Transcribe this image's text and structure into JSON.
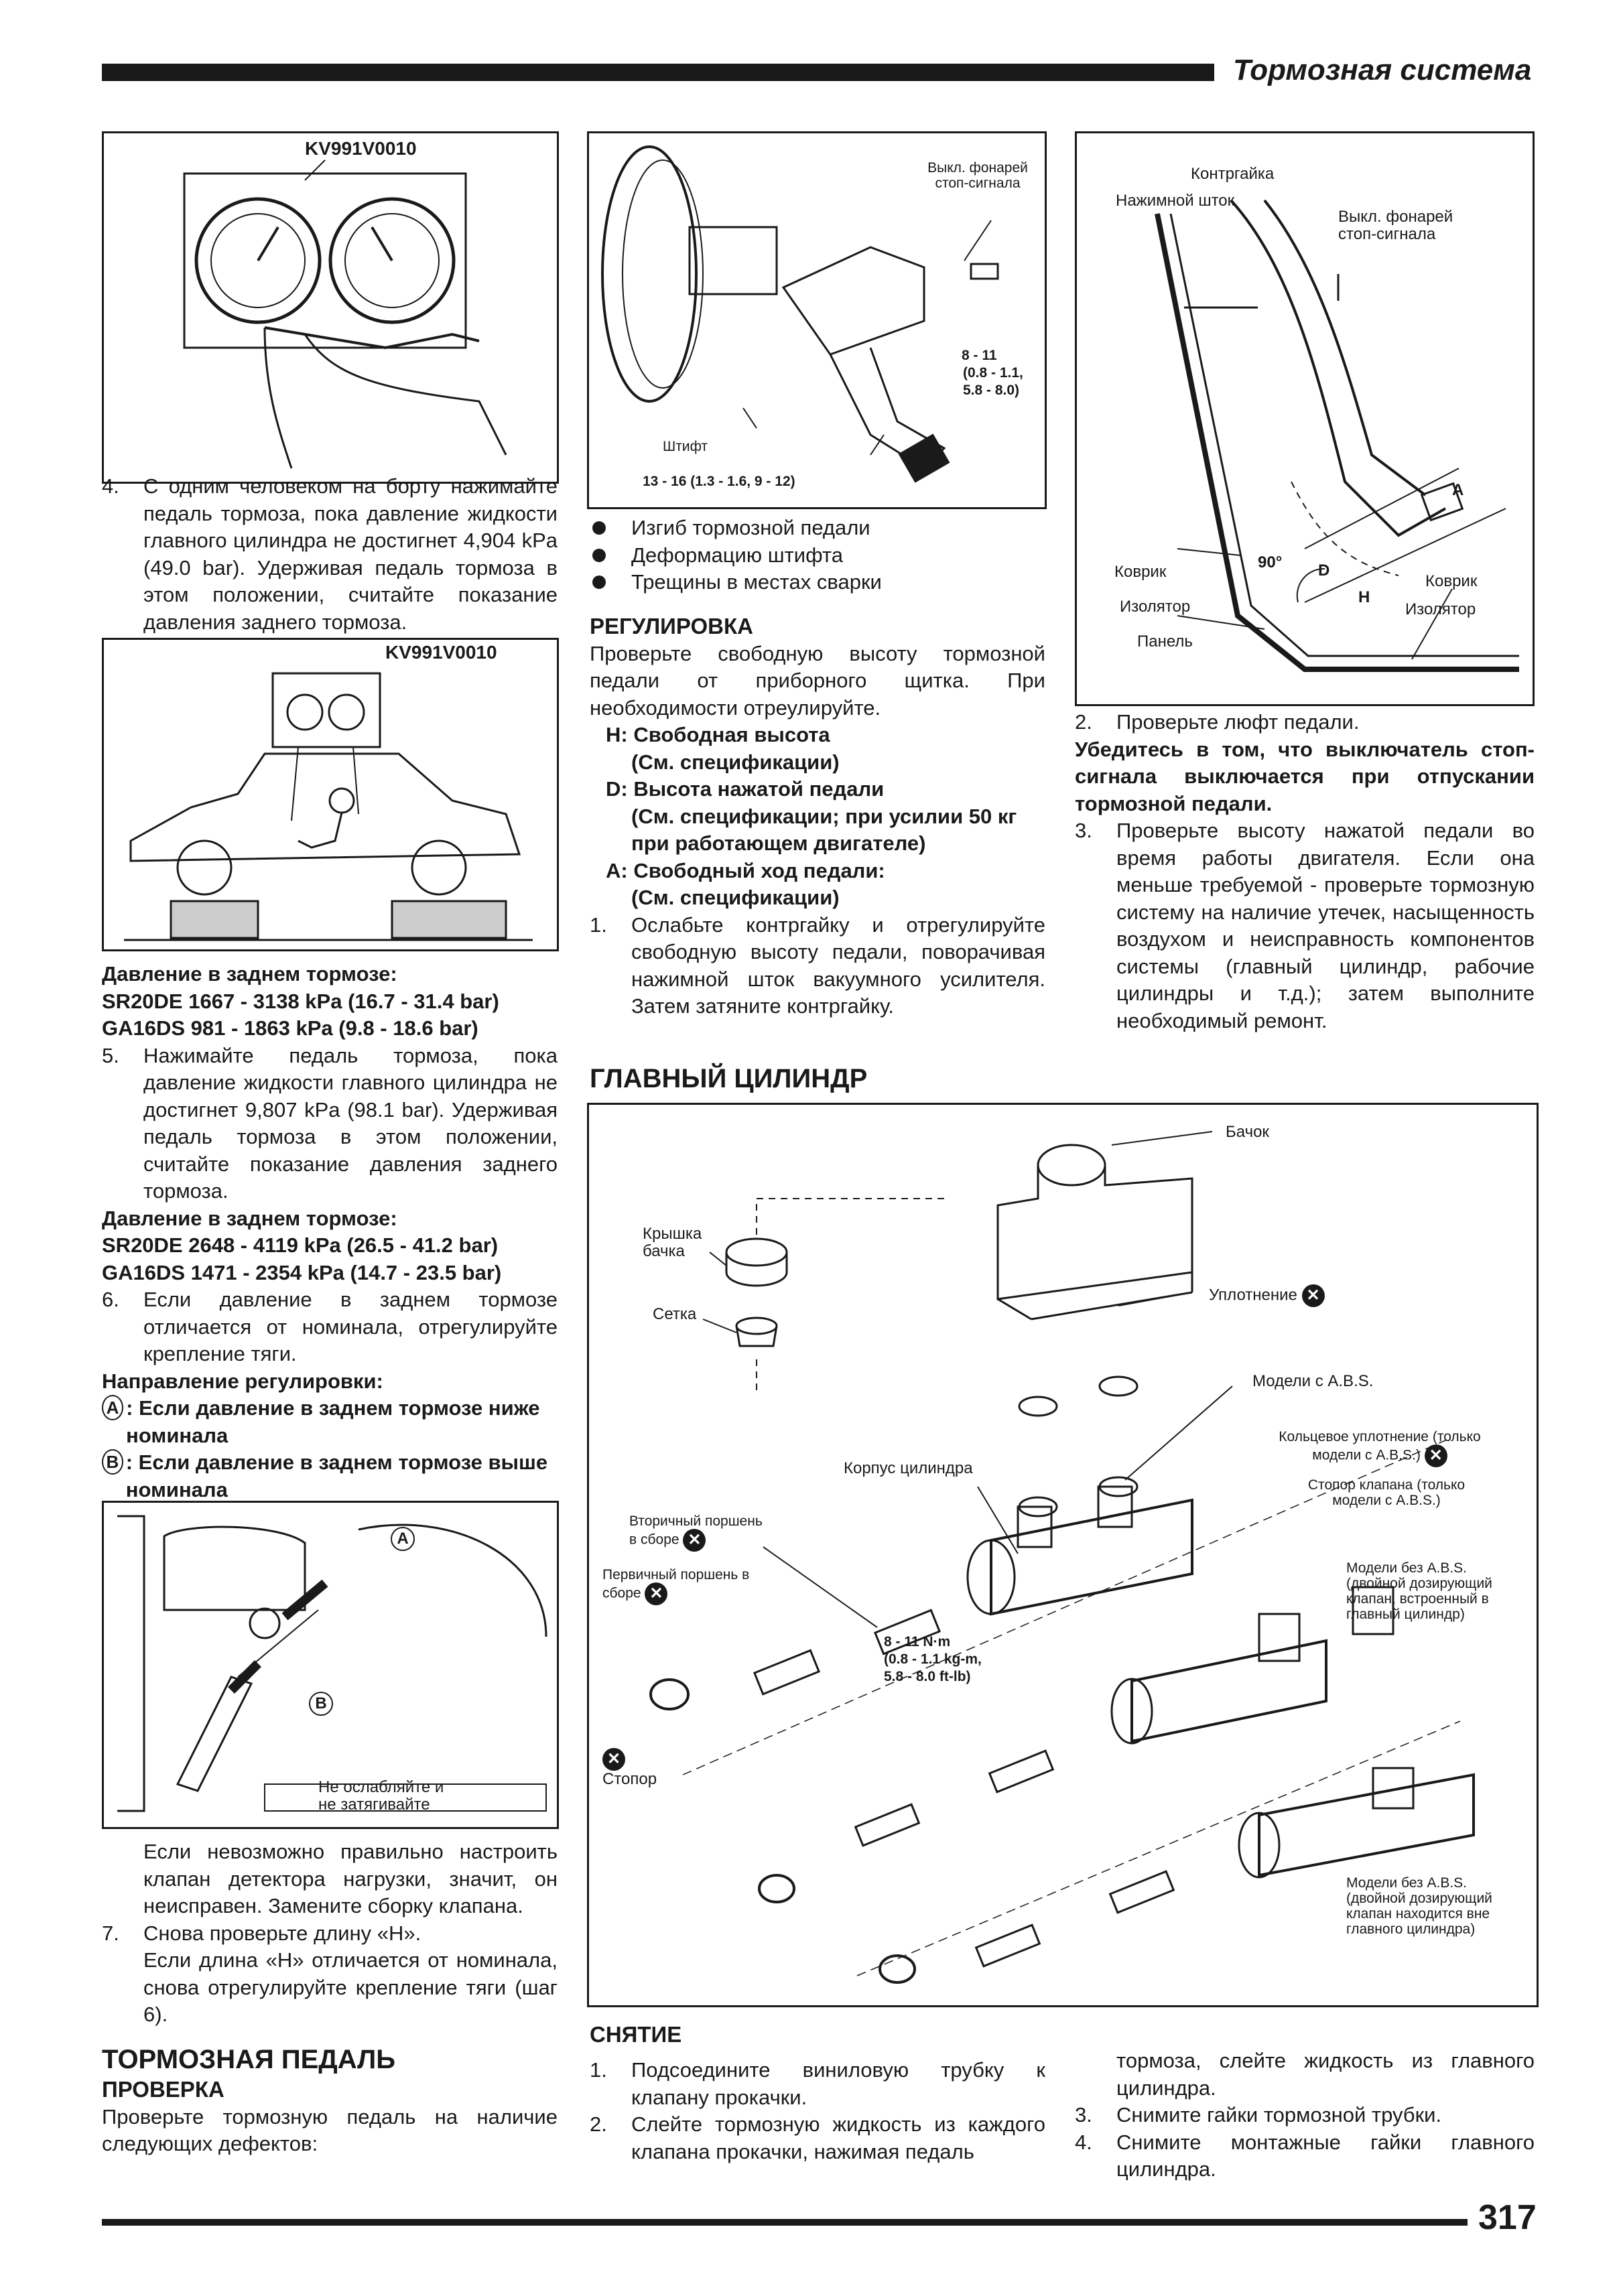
{
  "header": {
    "title": "Тормозная система"
  },
  "footer": {
    "page_number": "317"
  },
  "col1": {
    "fig1_label": "KV991V0010",
    "step4": {
      "num": "4.",
      "text": "С одним человеком на борту нажимайте педаль тормоза, пока давление жидкости главного цилиндра не достигнет 4,904 kPa (49.0 bar). Удерживая педаль тормоза в этом положении, считайте показание давления заднего тормоза."
    },
    "fig2_label": "KV991V0010",
    "rear1": {
      "title": "Давление в заднем тормозе:",
      "l1": "SR20DE 1667 - 3138 kPa (16.7 - 31.4 bar)",
      "l2": "GA16DS 981 - 1863 kPa (9.8 - 18.6 bar)"
    },
    "step5": {
      "num": "5.",
      "text": "Нажимайте педаль тормоза, пока давление жидкости главного цилиндра не достигнет 9,807 kPa (98.1 bar). Удерживая педаль тормоза в этом положении, считайте показание давления заднего тормоза."
    },
    "rear2": {
      "title": "Давление в заднем тормозе:",
      "l1": "SR20DE 2648 - 4119 kPa (26.5 - 41.2 bar)",
      "l2": "GA16DS 1471 - 2354 kPa (14.7 - 23.5 bar)"
    },
    "step6": {
      "num": "6.",
      "text": "Если давление в заднем тормозе отличается от номинала, отрегулируйте крепление тяги."
    },
    "dir": {
      "title": "Направление регулировки:",
      "a_mark": "A",
      "a_text": ": Если давление в заднем тормозе ниже номинала",
      "b_mark": "B",
      "b_text": ": Если давление в заднем тормозе выше номинала"
    },
    "fig3": {
      "a": "A",
      "b": "B",
      "caption": "Не ослабляйте и не затягивайте"
    },
    "after_fig": "Если невозможно правильно настроить клапан детектора нагрузки, значит, он неисправен. Замените сборку клапана.",
    "step7": {
      "num": "7.",
      "text": "Снова проверьте длину «H».",
      "text2": "Если длина «H» отличается от номинала, снова отрегулируйте крепление тяги (шаг 6)."
    },
    "pedal": {
      "title": "ТОРМОЗНАЯ ПЕДАЛЬ",
      "sub": "ПРОВЕРКА",
      "text": "Проверьте тормозную педаль на наличие следующих дефектов:"
    }
  },
  "col2": {
    "fig": {
      "switch": "Выкл. фонарей стоп-сигнала",
      "torque1": "8 - 11",
      "torque1b": "(0.8 - 1.1,",
      "torque1c": "5.8 - 8.0)",
      "pin": "Штифт",
      "torque2": "13 - 16 (1.3 - 1.6, 9 - 12)"
    },
    "bullets": [
      "Изгиб тормозной педали",
      "Деформацию штифта",
      "Трещины в местах сварки"
    ],
    "adjust": {
      "title": "РЕГУЛИРОВКА",
      "intro": "Проверьте свободную высоту тормозной педали от приборного щитка. При необходимости отреулируйте.",
      "h1": "H: Свободная высота",
      "h2": "(См. спецификации)",
      "d1": "D: Высота нажатой педали",
      "d2": "(См. спецификации; при усилии 50 кг при работающем двигателе)",
      "a1": "A: Свободный ход педали:",
      "a2": "(См. спецификации)",
      "step1": {
        "num": "1.",
        "text": "Ослабьте контргайку и отрегулируйте свободную высоту педали, поворачивая нажимной шток вакуумного усилителя. Затем затяните контргайку."
      }
    },
    "master": {
      "title": "ГЛАВНЫЙ ЦИЛИНДР"
    },
    "removal": {
      "title": "СНЯТИЕ",
      "step1": {
        "num": "1.",
        "text": "Подсоедините виниловую трубку к клапану прокачки."
      },
      "step2": {
        "num": "2.",
        "text": "Слейте тормозную жидкость из каждого клапана прокачки, нажимая педаль"
      }
    }
  },
  "col3": {
    "fig": {
      "locknut": "Контргайка",
      "rod": "Нажимной шток",
      "switch": "Выкл. фонарей стоп-сигнала",
      "a": "A",
      "angle": "90°",
      "d": "D",
      "h": "H",
      "mat1": "Коврик",
      "ins1": "Изолятор",
      "panel": "Панель",
      "mat2": "Коврик",
      "ins2": "Изолятор"
    },
    "step2": {
      "num": "2.",
      "text": "Проверьте люфт педали."
    },
    "warn": "Убедитесь в том, что выключатель стоп-сигнала выключается при отпускании тормозной педали.",
    "step3": {
      "num": "3.",
      "text": "Проверьте высоту нажатой педали во время работы двигателя. Если она меньше требуемой - проверьте тормозную систему на наличие утечек, насыщенность воздухом и неисправность компонентов системы (главный цилиндр, рабочие цилиндры и т.д.); затем выполните необходимый ремонт."
    },
    "removal_cont": "тормоза, слейте жидкость из главного цилиндра.",
    "step3b": {
      "num": "3.",
      "text": "Снимите гайки тормозной трубки."
    },
    "step4b": {
      "num": "4.",
      "text": "Снимите монтажные гайки главного цилиндра."
    }
  },
  "mc_fig": {
    "tank": "Бачок",
    "cap": "Крышка бачка",
    "screen": "Сетка",
    "seal": "Уплотнение",
    "abs": "Модели с A.B.S.",
    "oring": "Кольцевое уплотнение (только модели с A.B.S.)",
    "stopper_valve": "Стопор клапана (только модели с A.B.S.)",
    "body": "Корпус цилиндра",
    "secondary": "Вторичный поршень в сборе",
    "primary": "Первичный поршень в сборе",
    "noabs1": "Модели без A.B.S. (двойной дозирующий клапан, встроенный в главный цилиндр)",
    "torque": "8 - 11 N·m",
    "torque2": "(0.8 - 1.1 kg-m,",
    "torque3": "5.8 - 8.0 ft-lb)",
    "stopper": "Стопор",
    "noabs2": "Модели без A.B.S. (двойной дозирующий клапан находится вне главного цилиндра)",
    "x": "✕"
  }
}
